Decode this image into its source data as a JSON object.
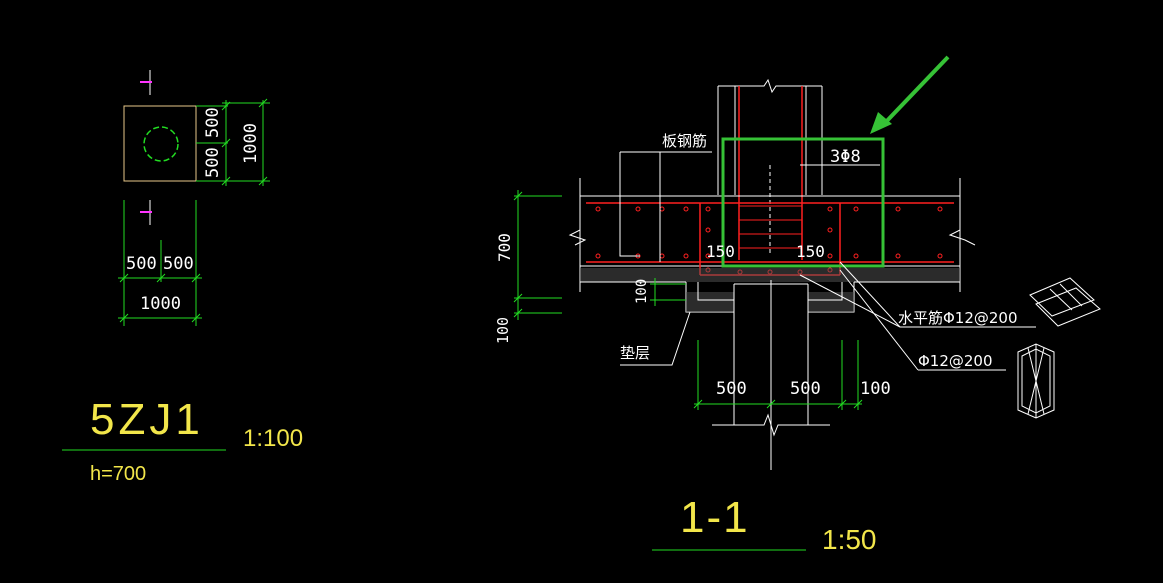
{
  "plan": {
    "dims": {
      "top": "500",
      "bottom": "500",
      "total": "1000"
    },
    "bottom_dims": {
      "left": "500",
      "right": "500",
      "total": "1000"
    },
    "title": "5ZJ1",
    "scale": "1:100",
    "height": "h=700"
  },
  "section": {
    "label_slab_rebar": "板钢筋",
    "label_3phi8": "3Φ8",
    "label_150_left": "150",
    "label_150_right": "150",
    "label_700": "700",
    "label_100_a": "100",
    "label_100_b": "100",
    "label_cushion": "垫层",
    "label_horizontal": "水平筋Φ12@200",
    "label_phi12": "Φ12@200",
    "dim_500_left": "500",
    "dim_500_right": "500",
    "dim_100": "100",
    "title": "1-1",
    "scale": "1:50"
  },
  "colors": {
    "background": "#000000",
    "line_white": "#ffffff",
    "line_red": "#ff2020",
    "line_green": "#2bd22b",
    "highlight_green": "#36c236",
    "text_yellow": "#f2e64a",
    "magenta": "#ff33ff"
  }
}
